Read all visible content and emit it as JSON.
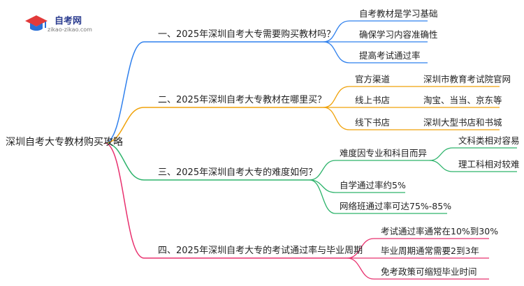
{
  "logo": {
    "title": "自考网",
    "subtitle": "zikao-zikao.com"
  },
  "root": "深圳自考大专教材购买攻略",
  "colors": {
    "blue": "#2f80ed",
    "orange": "#f0a20a",
    "green": "#2db36b",
    "pink": "#e8306e"
  },
  "branches": [
    {
      "label": "一、2025年深圳自考大专需要购买教材吗？",
      "items": [
        "自考教材是学习基础",
        "确保学习内容准确性",
        "提高考试通过率"
      ]
    },
    {
      "label": "二、2025年深圳自考大专教材在哪里买？",
      "items": [
        {
          "label": "官方渠道",
          "detail": "深圳市教育考试院官网"
        },
        {
          "label": "线上书店",
          "detail": "淘宝、当当、京东等"
        },
        {
          "label": "线下书店",
          "detail": "深圳大型书店和书城"
        }
      ]
    },
    {
      "label": "三、2025年深圳自考大专的难度如何？",
      "items": [
        {
          "label": "难度因专业和科目而异",
          "children": [
            "文科类相对容易",
            "理工科相对较难"
          ]
        },
        {
          "label": "自学通过率约5%"
        },
        {
          "label": "网络班通过率可达75%-85%"
        }
      ]
    },
    {
      "label": "四、2025年深圳自考大专的考试通过率与毕业周期",
      "items": [
        "考试通过率通常在10%到30%",
        "毕业周期通常需要2到3年",
        "免考政策可缩短毕业时间"
      ]
    }
  ]
}
